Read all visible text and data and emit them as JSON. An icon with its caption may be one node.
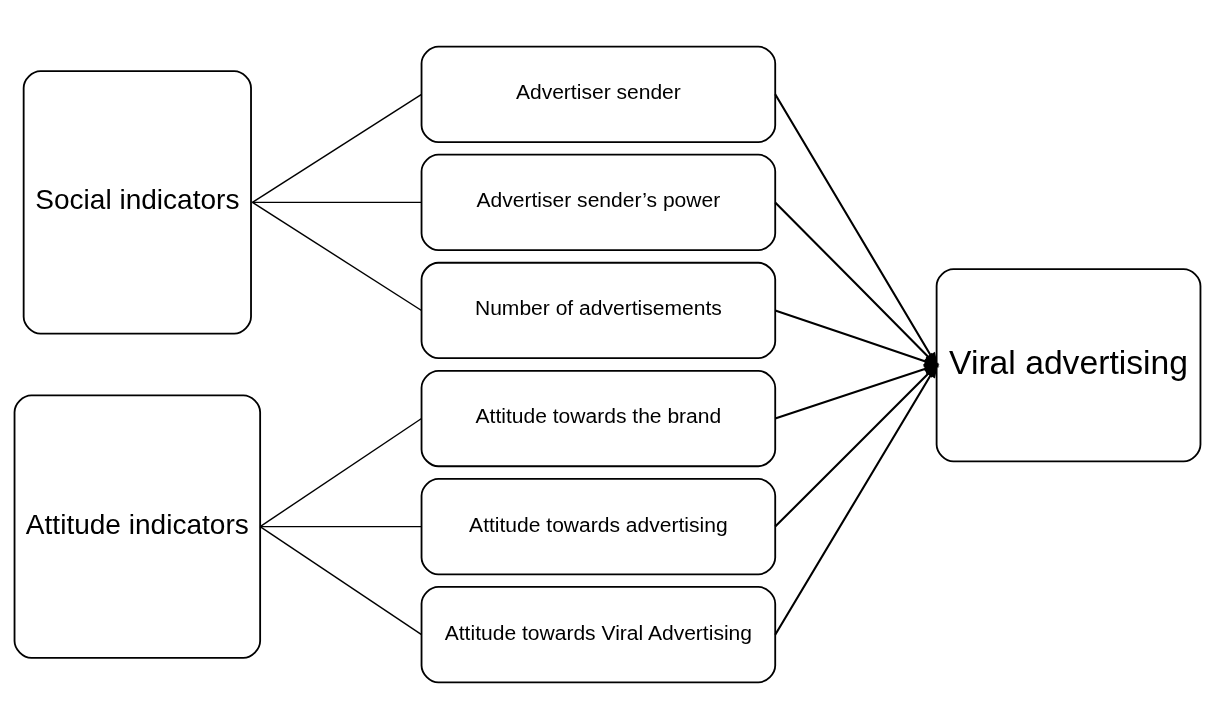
{
  "diagram": {
    "nodes": [
      {
        "text": [
          "Social indicators"
        ]
      },
      {
        "text": [
          "Advertiser sender"
        ]
      },
      {
        "text": [
          "Advertiser sender’s power"
        ]
      },
      {
        "text": [
          "Number of advertisements"
        ]
      },
      {
        "text": [
          "Attitude indicators"
        ]
      },
      {
        "text": [
          "Attitude towards the brand"
        ]
      },
      {
        "text": [
          "Attitude towards advertising"
        ]
      },
      {
        "text": [
          "Attitude towards Viral Advertising"
        ]
      },
      {
        "text": [
          "Viral advertising"
        ]
      }
    ],
    "edges": [
      {
        "from": 0,
        "to": 1,
        "arrow": "none"
      },
      {
        "from": 0,
        "to": 2,
        "arrow": "none"
      },
      {
        "from": 0,
        "to": 3,
        "arrow": "none"
      },
      {
        "from": 4,
        "to": 5,
        "arrow": "none"
      },
      {
        "from": 4,
        "to": 6,
        "arrow": "none"
      },
      {
        "from": 4,
        "to": 7,
        "arrow": "none"
      },
      {
        "from": 1,
        "to": 8,
        "arrow": "to"
      },
      {
        "from": 2,
        "to": 8,
        "arrow": "to"
      },
      {
        "from": 3,
        "to": 8,
        "arrow": "to"
      },
      {
        "from": 5,
        "to": 8,
        "arrow": "to"
      },
      {
        "from": 6,
        "to": 8,
        "arrow": "to"
      },
      {
        "from": 7,
        "to": 8,
        "arrow": "to"
      }
    ]
  }
}
